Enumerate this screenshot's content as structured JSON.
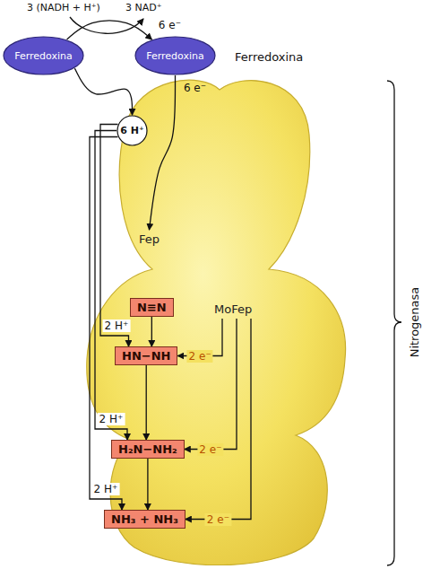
{
  "diagram": {
    "nodes": [
      {
        "text": [
          "Ferredoxina"
        ]
      },
      {
        "text": [
          "Ferredoxina"
        ]
      },
      {
        "text": [
          "6 H⁺"
        ]
      },
      {
        "text": [
          "Nitrogenasa"
        ]
      },
      {
        "text": [
          "Fep"
        ],
        "in": 3
      },
      {
        "text": [
          "MoFep"
        ],
        "in": 3
      },
      {
        "text": [
          "N≡N"
        ]
      },
      {
        "text": [
          "HN−NH"
        ]
      },
      {
        "text": [
          "H₂N−NH₂"
        ]
      },
      {
        "text": [
          "NH₃ + NH₃"
        ]
      }
    ],
    "edges": [
      {
        "from": 0,
        "to": 1,
        "arrow": "to",
        "label": "6 e⁻"
      },
      {
        "from": 0,
        "to": 2,
        "arrow": "to"
      },
      {
        "from": 1,
        "to": 4,
        "arrow": "to",
        "label": "6 e⁻"
      },
      {
        "from": 2,
        "to": 7,
        "arrow": "to",
        "label": "2 H⁺"
      },
      {
        "from": 2,
        "to": 8,
        "arrow": "to",
        "label": "2 H⁺"
      },
      {
        "from": 2,
        "to": 9,
        "arrow": "to",
        "label": "2 H⁺"
      },
      {
        "from": 6,
        "to": 7,
        "arrow": "to"
      },
      {
        "from": 7,
        "to": 8,
        "arrow": "to"
      },
      {
        "from": 8,
        "to": 9,
        "arrow": "to"
      },
      {
        "from": 5,
        "to": 7,
        "arrow": "to",
        "label": "2 e⁻"
      },
      {
        "from": 5,
        "to": 8,
        "arrow": "to",
        "label": "2 e⁻"
      },
      {
        "from": 5,
        "to": 9,
        "arrow": "to",
        "label": "2 e⁻"
      }
    ],
    "labels": [
      "3 (NADH + H⁺)",
      "3 NAD⁺",
      "Ferredoxina"
    ]
  }
}
